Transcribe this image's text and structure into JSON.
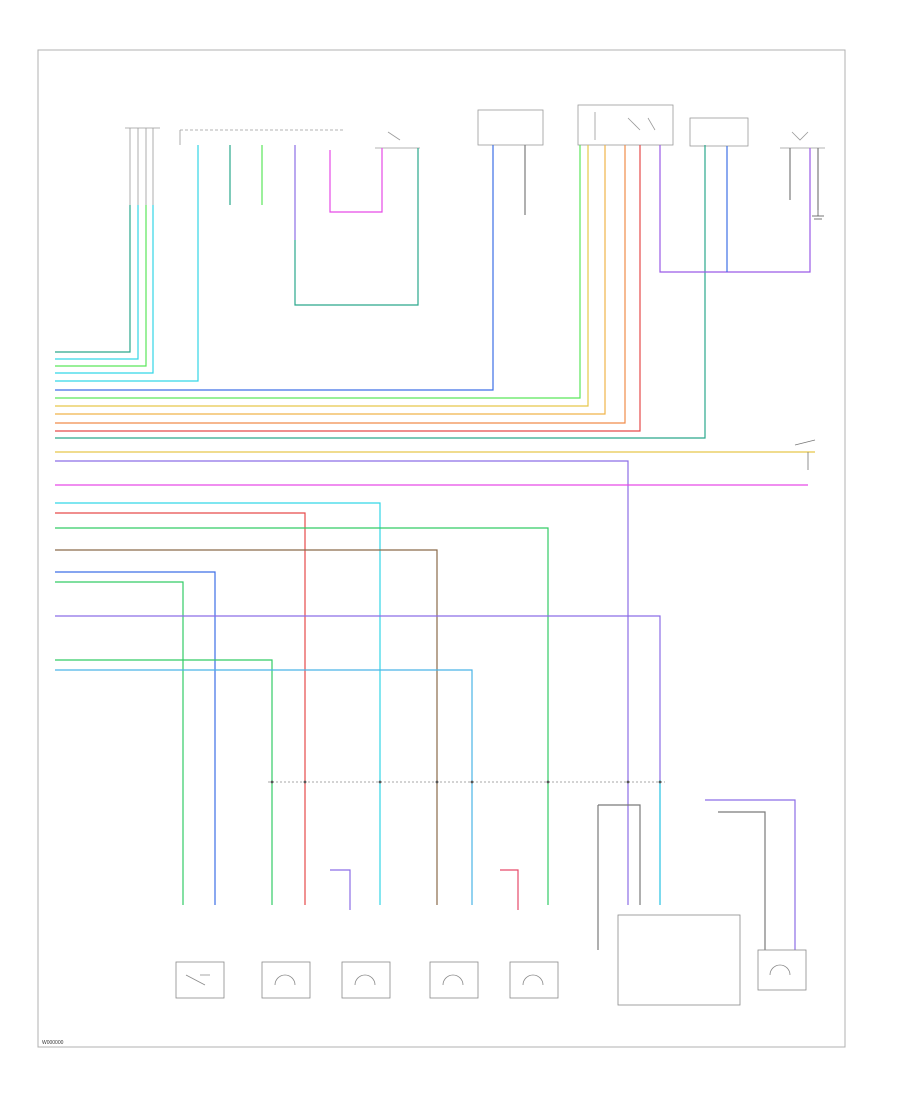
{
  "footer": {
    "code": "W000000"
  },
  "wire_colors": {
    "cyan": "#33d6e6",
    "green": "#33cc66",
    "gray": "#7a7a7a",
    "blue": "#3d6fe6",
    "violet": "#8c6de6",
    "yellow": "#e6c84a",
    "orange": "#f08c4a",
    "red": "#e64a4a",
    "teal": "#2aa88c",
    "pink": "#e64ae6",
    "lightblue": "#4ab4e6",
    "darkred": "#b03a5a",
    "brown": "#8a6a4a",
    "lime": "#5ae65a",
    "purple": "#9a5ae6"
  },
  "icons": [
    "ground-symbol",
    "switch-symbol",
    "motor-actuator-symbol"
  ]
}
